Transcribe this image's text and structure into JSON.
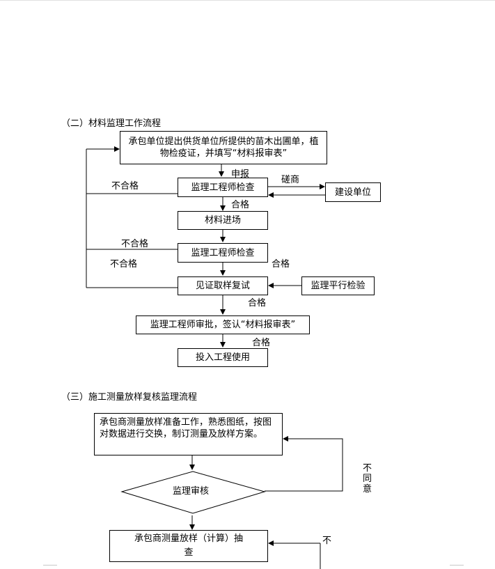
{
  "section2": {
    "heading": "（二）材料监理工作流程",
    "nodes": {
      "submit": "承包单位提出供货单位所提供的苗木出圃单，植物检疫证，并填写“材料报审表”",
      "inspect1": "监理工程师检查",
      "owner": "建设单位",
      "arrive": "材料进场",
      "inspect2": "监理工程师检查",
      "sample": "见证取样复试",
      "parallel": "监理平行检验",
      "approve": "监理工程师审批，签认“材料报审表”",
      "use": "投入工程使用"
    },
    "labels": {
      "report": "申报",
      "consult": "磋商",
      "fail1": "不合格",
      "pass1": "合格",
      "fail2": "不合格",
      "fail3": "不合格",
      "pass2": "合格",
      "pass3": "合格",
      "pass4": "合格"
    }
  },
  "section3": {
    "heading": "（三）施工测量放样复核监理流程",
    "nodes": {
      "prepare": "承包商测量放样准备工作，熟悉图纸，按图对数据进行交换，制订测量及放样方案。",
      "review": "监理审核",
      "stake": "承包商测量放样（计算）抽查"
    },
    "labels": {
      "disagree": "不同意",
      "not": "不"
    }
  }
}
